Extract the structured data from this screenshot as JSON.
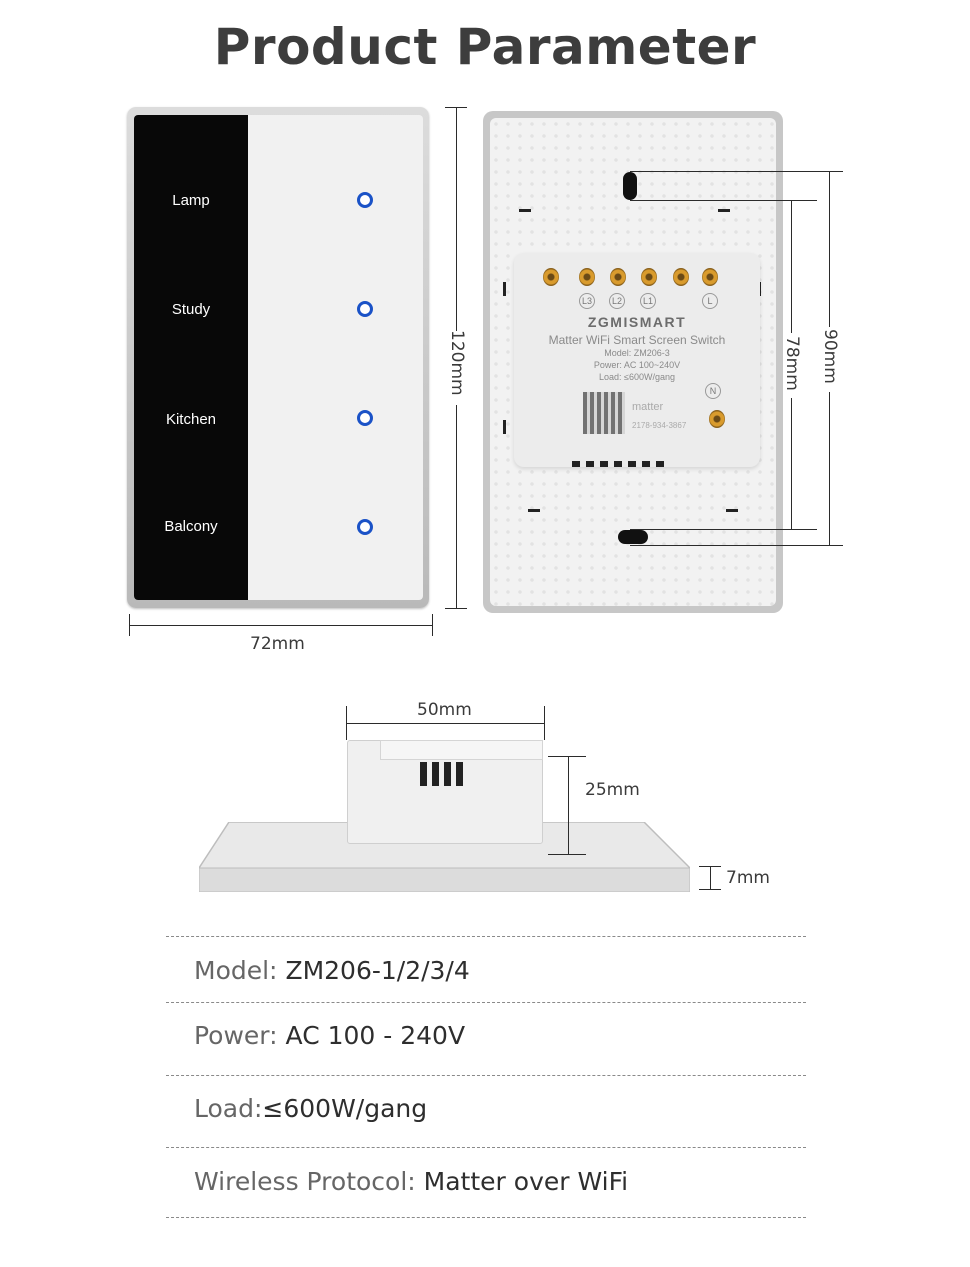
{
  "title": "Product Parameter",
  "front_panel": {
    "rooms": [
      "Lamp",
      "Study",
      "Kitchen",
      "Balcony"
    ]
  },
  "back_panel": {
    "brand": "ZGMISMART",
    "product_line": "Matter WiFi Smart Screen Switch",
    "model_line": "Model: ZM206-3",
    "power_line": "Power: AC 100~240V",
    "load_line": "Load: ≤600W/gang",
    "terminals": [
      "L3",
      "L2",
      "L1",
      "L",
      "N"
    ],
    "qr_brand": "matter",
    "qr_code": "2178-934-3867"
  },
  "dimensions": {
    "width": "72mm",
    "height": "120mm",
    "screw_outer": "90mm",
    "screw_inner": "78mm",
    "box_width": "50mm",
    "box_depth": "25mm",
    "plate_depth": "7mm"
  },
  "specs": [
    {
      "key": "Model: ",
      "value": "ZM206-1/2/3/4"
    },
    {
      "key": "Power: ",
      "value": "AC 100 - 240V"
    },
    {
      "key": "Load:",
      "value": "≤600W/gang"
    },
    {
      "key": "Wireless Protocol: ",
      "value": "Matter over WiFi"
    }
  ]
}
